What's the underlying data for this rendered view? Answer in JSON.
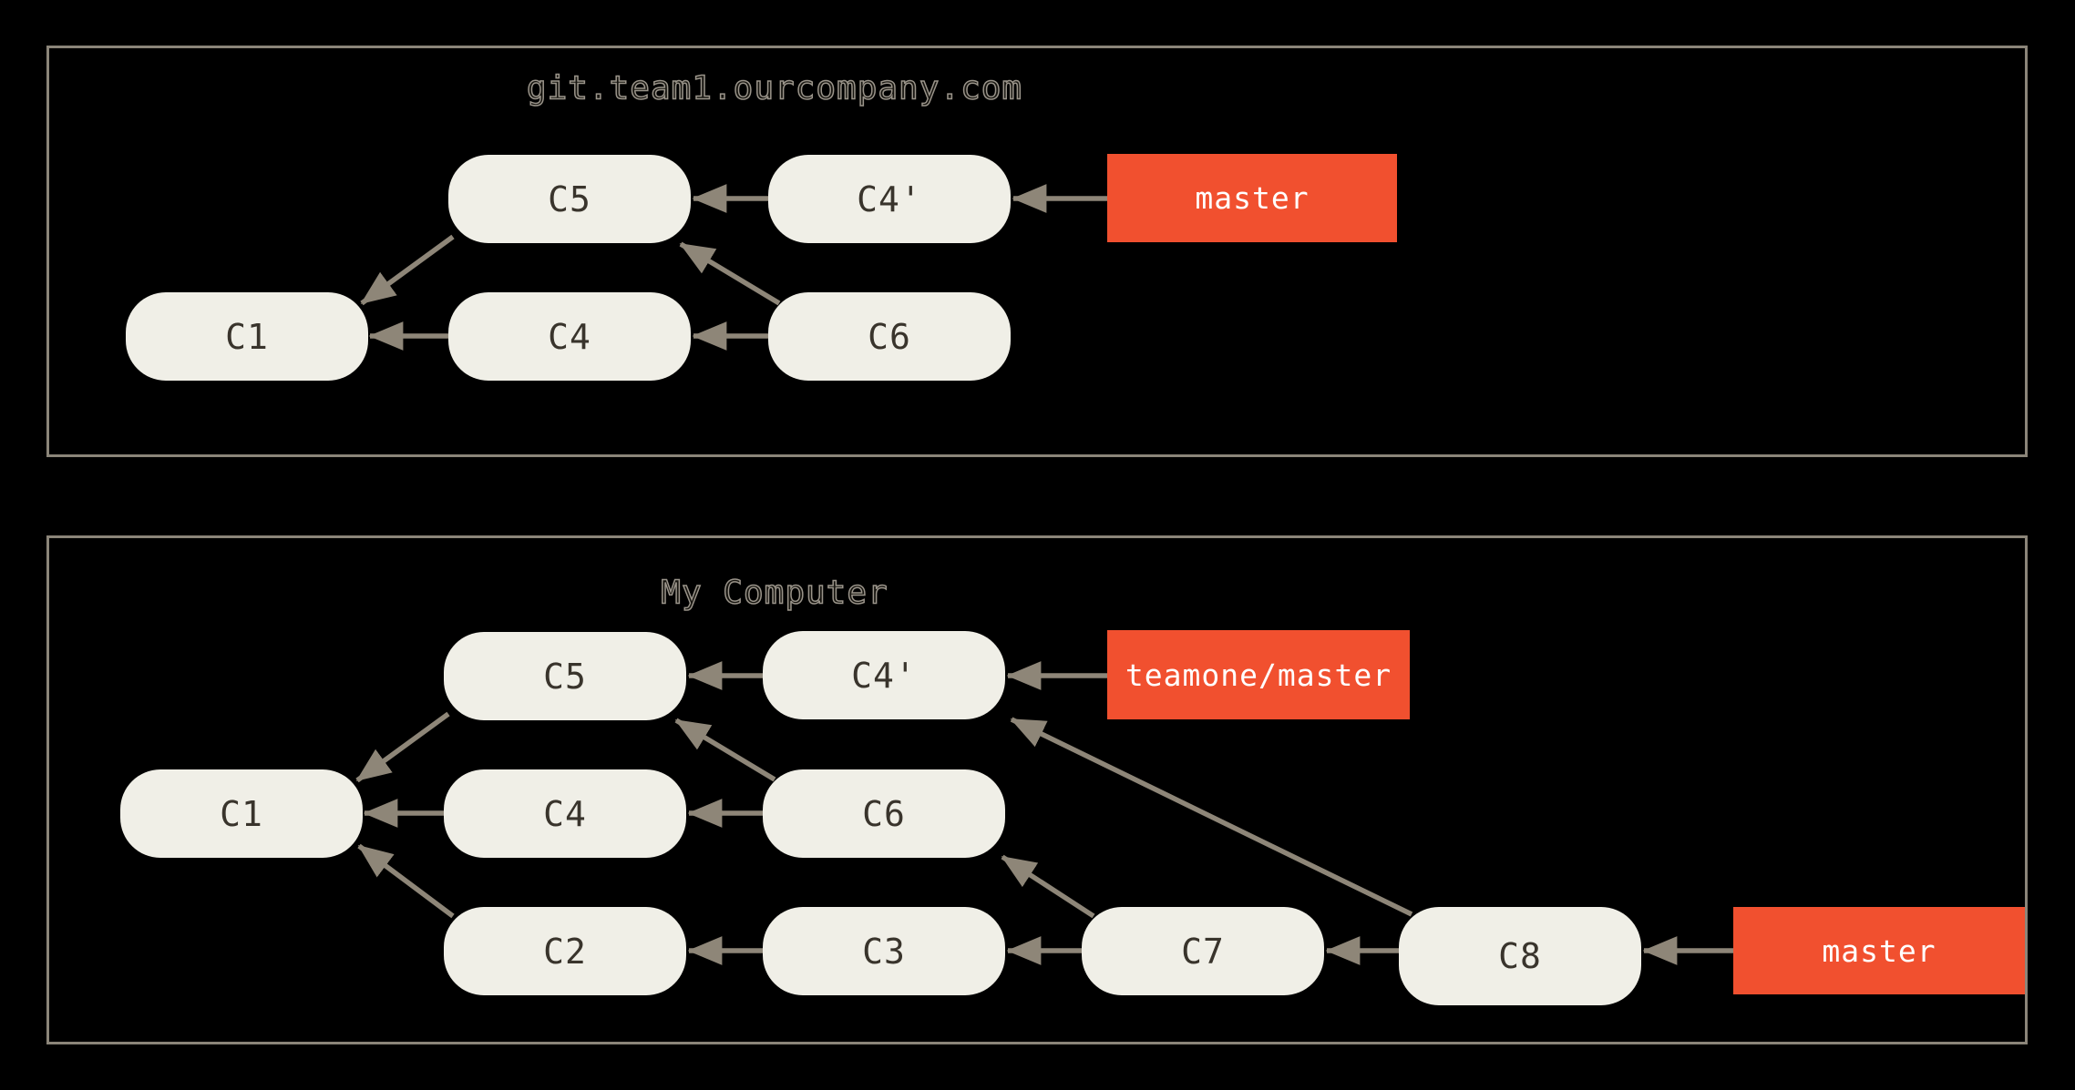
{
  "colors": {
    "background": "#000000",
    "panel_border": "#8b8579",
    "node_fill": "#f0efe7",
    "node_text": "#39342c",
    "arrow": "#8e8678",
    "branch_fill": "#f1502f",
    "branch_text": "#ffffff",
    "title_outline": "#9a948a"
  },
  "panels": [
    {
      "title": "git.team1.ourcompany.com",
      "commits": [
        {
          "id": "C5"
        },
        {
          "id": "C4'"
        },
        {
          "id": "C1"
        },
        {
          "id": "C4"
        },
        {
          "id": "C6"
        }
      ],
      "branch_labels": [
        {
          "name": "master"
        }
      ],
      "edges": [
        "C4' -> C5",
        "master -> C4'",
        "C5 -> C1",
        "C4 -> C1",
        "C6 -> C4",
        "C6 -> C5"
      ]
    },
    {
      "title": "My Computer",
      "commits": [
        {
          "id": "C5"
        },
        {
          "id": "C4'"
        },
        {
          "id": "C1"
        },
        {
          "id": "C4"
        },
        {
          "id": "C6"
        },
        {
          "id": "C2"
        },
        {
          "id": "C3"
        },
        {
          "id": "C7"
        },
        {
          "id": "C8"
        }
      ],
      "branch_labels": [
        {
          "name": "teamone/master"
        },
        {
          "name": "master"
        }
      ],
      "edges": [
        "C4' -> C5",
        "teamone/master -> C4'",
        "C5 -> C1",
        "C4 -> C1",
        "C6 -> C4",
        "C6 -> C5",
        "C2 -> C1",
        "C3 -> C2",
        "C7 -> C3",
        "C7 -> C6",
        "C8 -> C7",
        "C8 -> C4'",
        "master -> C8"
      ]
    }
  ]
}
